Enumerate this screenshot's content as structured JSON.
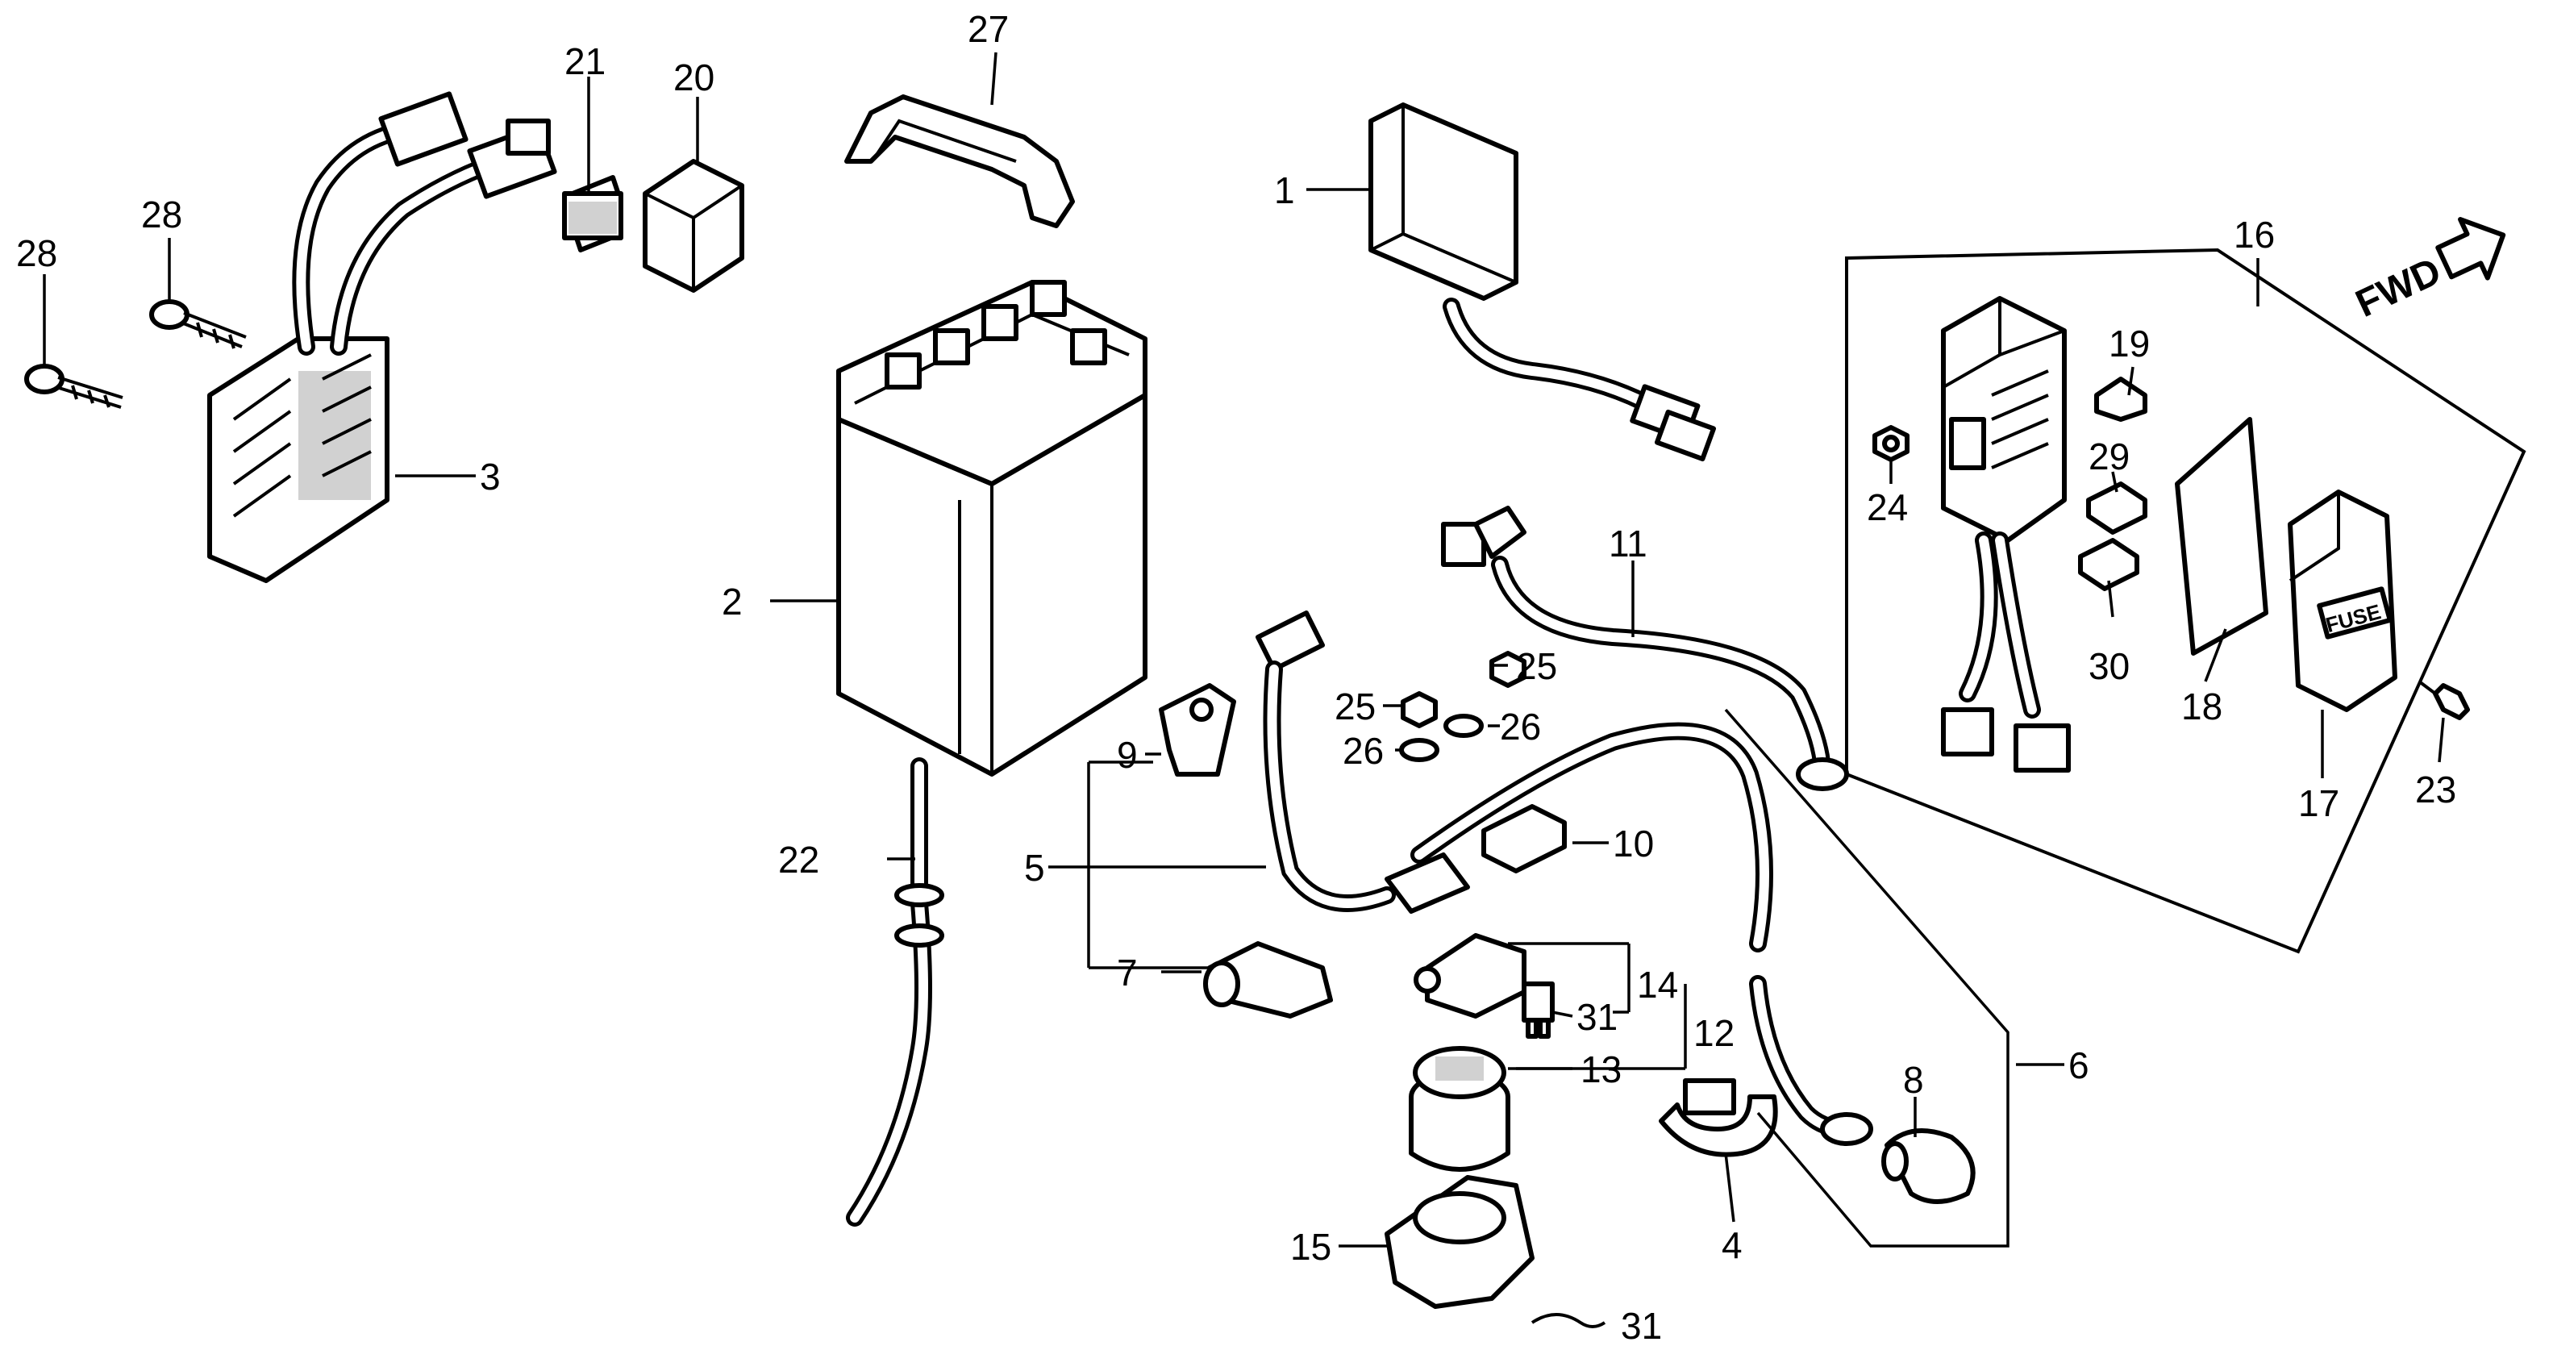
{
  "diagram": {
    "callouts": [
      "1",
      "2",
      "3",
      "4",
      "5",
      "6",
      "7",
      "8",
      "9",
      "10",
      "11",
      "12",
      "13",
      "14",
      "15",
      "16",
      "17",
      "18",
      "19",
      "20",
      "21",
      "22",
      "23",
      "24",
      "25",
      "25",
      "26",
      "26",
      "27",
      "28",
      "28",
      "29",
      "30",
      "31",
      "31"
    ],
    "fwd_label": "FWD",
    "fuse_label": "FUSE"
  }
}
